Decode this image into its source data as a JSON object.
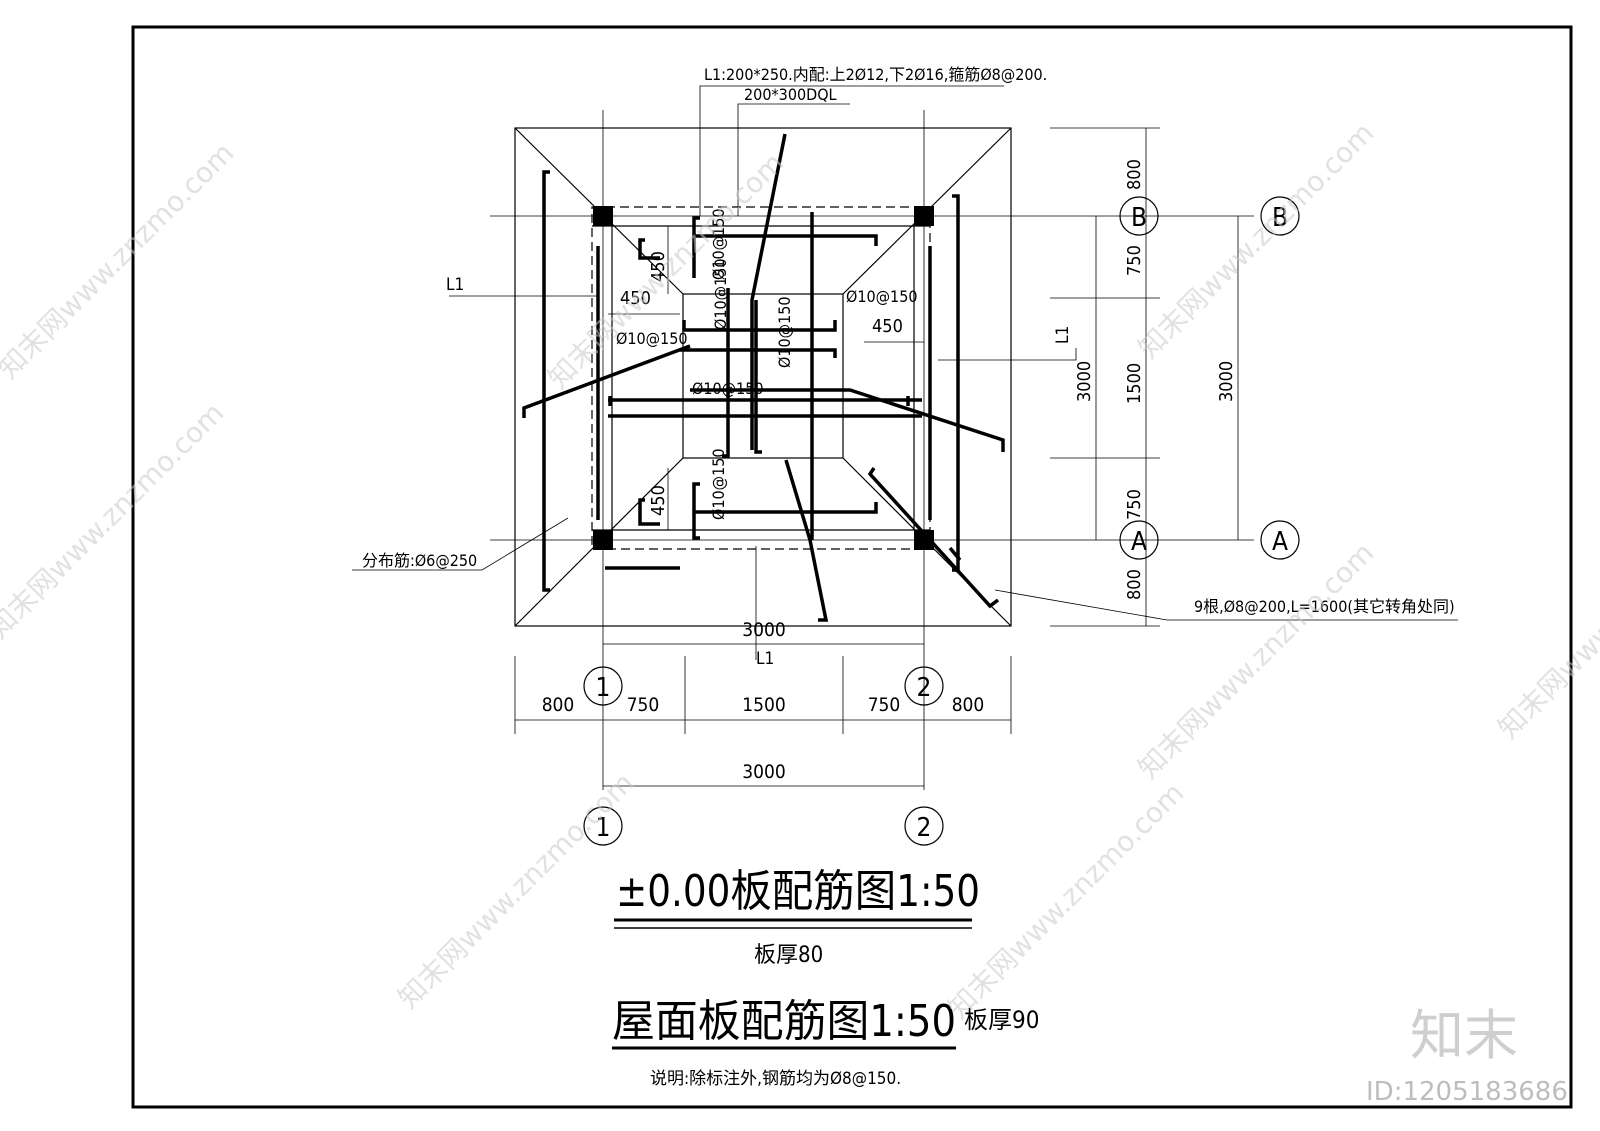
{
  "annotations": {
    "beam_note": "L1:200*250.内配:上2Ø12,下2Ø16,箍筋Ø8@200.",
    "dql_note": "200*300DQL",
    "l1_left": "L1",
    "l1_right": "L1",
    "l1_bottom": "L1",
    "dist_bar": "分布筋:Ø6@250",
    "corner_note": "9根,Ø8@200,L=1600(其它转角处同)",
    "bar_top_v": "Ø10@150",
    "bar_center_v1": "Ø10@150",
    "bar_center_v2": "Ø10@150",
    "bar_left_h": "Ø10@150",
    "bar_right_h": "Ø10@150",
    "bar_mid_h": "Ø10@150",
    "bar_bottom_v": "Ø10@150",
    "dim_450_a": "450",
    "dim_450_b": "450",
    "dim_450_c": "450",
    "dim_450_d": "450"
  },
  "axes": {
    "b_inner": "B",
    "b_outer": "B",
    "a_inner": "A",
    "a_outer": "A",
    "one_inner": "1",
    "two_inner": "2",
    "one_outer": "1",
    "two_outer": "2"
  },
  "dimensions_right": {
    "d800_top": "800",
    "d750_top": "750",
    "d1500": "1500",
    "d750_bot": "750",
    "d800_bot": "800",
    "d3000_inner": "3000",
    "d3000_outer": "3000"
  },
  "dimensions_bottom": {
    "d3000_top": "3000",
    "d800_left": "800",
    "d750_left": "750",
    "d1500": "1500",
    "d750_right": "750",
    "d800_right": "800",
    "d3000_outer": "3000"
  },
  "titles": {
    "main_title": "±0.00板配筋图1:50",
    "thickness_80": "板厚80",
    "roof_title": "屋面板配筋图1:50",
    "thickness_90": "板厚90",
    "note": "说明:除标注外,钢筋均为Ø8@150."
  },
  "branding": {
    "logo_text": "知末",
    "id_text": "ID:1205183686",
    "watermark_text": "知末网www.znzmo.com"
  }
}
